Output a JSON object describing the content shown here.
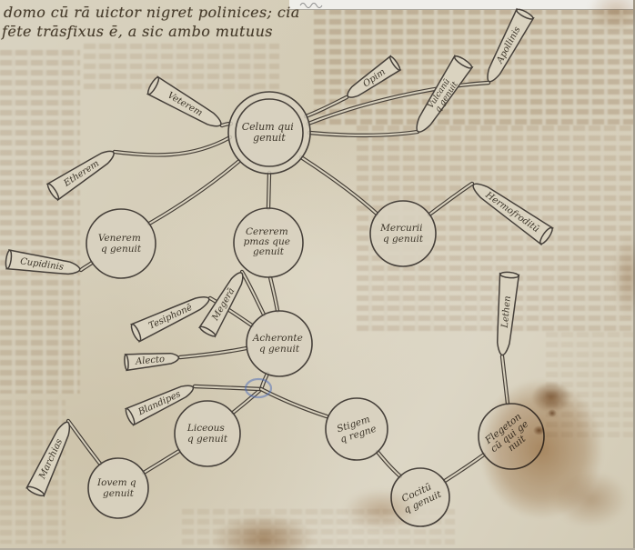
{
  "page": {
    "header_lines": [
      "domo cū rā uictor nigret polinices; cia",
      "fēte trāsfixus ē, a sic ambo mutuus"
    ]
  },
  "colors": {
    "ink": "#46403a",
    "parchment": "#d7d0bd",
    "stain": "#8a5a1e",
    "blue_annotation": "#4a6ab8"
  },
  "diagram": {
    "circles": [
      {
        "id": "celum",
        "lines": [
          "Celum qui",
          "genuit"
        ]
      },
      {
        "id": "cererem",
        "lines": [
          "Cererem",
          "pmas que",
          "genuit"
        ]
      },
      {
        "id": "acheronte",
        "lines": [
          "Acheronte",
          "q genuit"
        ]
      },
      {
        "id": "mercurii",
        "lines": [
          "Mercurii",
          "q genuit"
        ]
      },
      {
        "id": "venerem",
        "lines": [
          "Venerem",
          "q genuit"
        ]
      },
      {
        "id": "liceous",
        "lines": [
          "Liceous",
          "q genuit"
        ]
      },
      {
        "id": "iovem",
        "lines": [
          "Iovem q",
          "genuit"
        ]
      },
      {
        "id": "stigem",
        "lines": [
          "Stigem",
          "q regne"
        ]
      },
      {
        "id": "cocitum",
        "lines": [
          "Cocitū",
          "q genuit"
        ]
      },
      {
        "id": "flegeton",
        "lines": [
          "Flegeton",
          "cū qui ge",
          "nuit"
        ]
      }
    ],
    "banners": [
      {
        "id": "veterem",
        "label": "Veterem"
      },
      {
        "id": "opim",
        "label": "Opim"
      },
      {
        "id": "vulcanum",
        "lines": [
          "Vulcanū",
          "q genuit"
        ]
      },
      {
        "id": "apollinis",
        "label": "Apollinis"
      },
      {
        "id": "hermofroditum",
        "label": "Hermofroditū"
      },
      {
        "id": "etherem",
        "label": "Etherem"
      },
      {
        "id": "cupidinis",
        "label": "Cupidinis"
      },
      {
        "id": "megeram",
        "label": "Megerā"
      },
      {
        "id": "tesiphonem",
        "label": "Tesiphonē"
      },
      {
        "id": "alecto",
        "label": "Alecto"
      },
      {
        "id": "blandipes",
        "label": "Blandipes"
      },
      {
        "id": "marchias",
        "label": "Marchias"
      },
      {
        "id": "lethen",
        "label": "Lethen"
      }
    ],
    "edges": [
      [
        "celum",
        "cererem"
      ],
      [
        "celum",
        "mercurii"
      ],
      [
        "celum",
        "venerem"
      ],
      [
        "celum",
        "veterem"
      ],
      [
        "celum",
        "etherem"
      ],
      [
        "celum",
        "opim"
      ],
      [
        "celum",
        "vulcanum"
      ],
      [
        "celum",
        "apollinis"
      ],
      [
        "mercurii",
        "hermofroditum"
      ],
      [
        "venerem",
        "cupidinis"
      ],
      [
        "cererem",
        "acheronte"
      ],
      [
        "acheronte",
        "megeram"
      ],
      [
        "acheronte",
        "tesiphonem"
      ],
      [
        "acheronte",
        "alecto"
      ],
      [
        "acheronte",
        "liceous"
      ],
      [
        "acheronte",
        "blandipes"
      ],
      [
        "acheronte",
        "stigem"
      ],
      [
        "liceous",
        "iovem"
      ],
      [
        "iovem",
        "marchias"
      ],
      [
        "stigem",
        "cocitum"
      ],
      [
        "cocitum",
        "flegeton"
      ],
      [
        "flegeton",
        "lethen"
      ]
    ]
  }
}
